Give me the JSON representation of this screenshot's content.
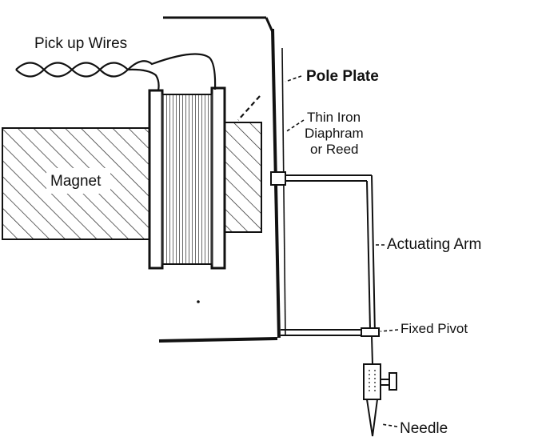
{
  "diagram": {
    "labels": {
      "pickup_wires": "Pick up Wires",
      "pole_plate": "Pole Plate",
      "thin_iron_line1": "Thin Iron",
      "thin_iron_line2": "Diaphram",
      "thin_iron_line3": "or Reed",
      "magnet": "Magnet",
      "actuating_arm": "Actuating Arm",
      "fixed_pivot": "Fixed Pivot",
      "needle": "Needle"
    },
    "colors": {
      "ink": "#111111",
      "paper": "#ffffff",
      "coil": "#555555"
    }
  }
}
